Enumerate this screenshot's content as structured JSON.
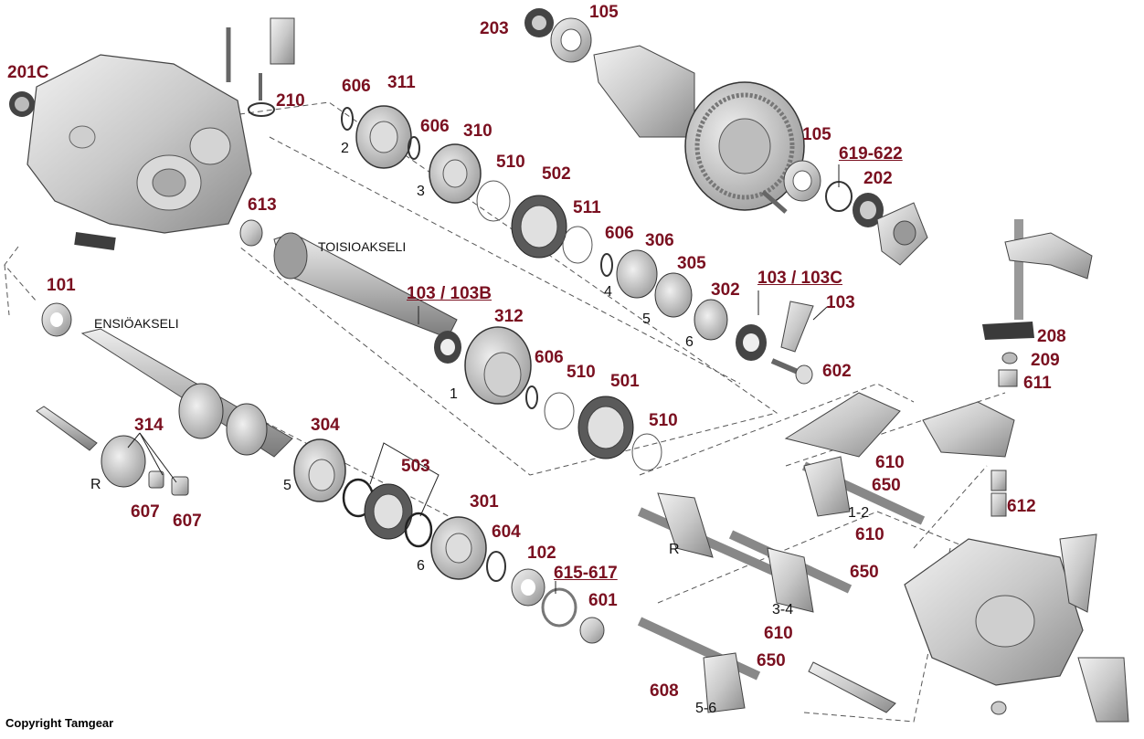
{
  "copyright": "Copyright Tamgear",
  "shaft_labels": {
    "secondary": "TOISIOAKSELI",
    "primary": "ENSIÖAKSELI"
  },
  "parts": {
    "p201c": "201C",
    "p210": "210",
    "p203": "203",
    "p105a": "105",
    "p105b": "105",
    "p619_622": "619-622",
    "p202": "202",
    "p606a": "606",
    "p311": "311",
    "p606b": "606",
    "p310": "310",
    "p510a": "510",
    "p502": "502",
    "p511": "511",
    "p606c": "606",
    "p306": "306",
    "p305": "305",
    "p302": "302",
    "p103_103c": "103 / 103C",
    "p103": "103",
    "p613": "613",
    "p101": "101",
    "p103_103b": "103 / 103B",
    "p312": "312",
    "p606d": "606",
    "p510b": "510",
    "p501": "501",
    "p510c": "510",
    "p602": "602",
    "p208": "208",
    "p209": "209",
    "p611": "611",
    "p610a": "610",
    "p650a": "650",
    "p612": "612",
    "p610b": "610",
    "p650b": "650",
    "p610c": "610",
    "p650c": "650",
    "p314": "314",
    "p607a": "607",
    "p607b": "607",
    "p304": "304",
    "p503": "503",
    "p301": "301",
    "p604": "604",
    "p102": "102",
    "p615_617": "615-617",
    "p601": "601",
    "p608": "608"
  },
  "gear_numbers": {
    "g2": "2",
    "g3": "3",
    "g4": "4",
    "g5a": "5",
    "g6a": "6",
    "g1": "1",
    "gR": "R",
    "g5b": "5",
    "g6b": "6"
  },
  "fork_labels": {
    "f12": "1-2",
    "fR": "R",
    "f34": "3-4",
    "f56": "5-6"
  }
}
